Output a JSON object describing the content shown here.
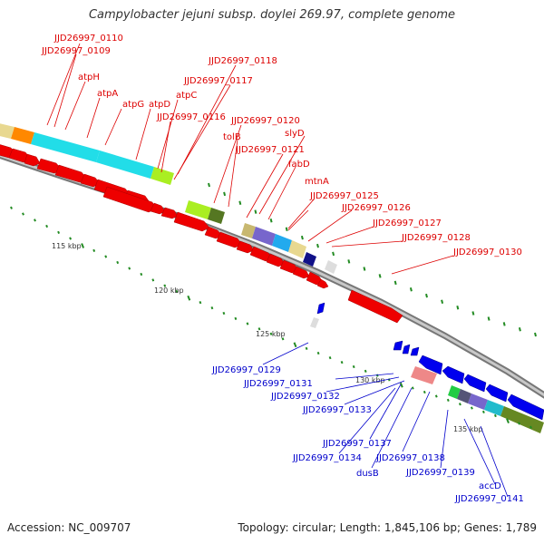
{
  "title": "Campylobacter jejuni subsp. doylei 269.97, complete genome",
  "footer": {
    "accession": "Accession: NC_009707",
    "summary": "Topology: circular; Length: 1,845,106 bp; Genes: 1,789"
  },
  "colors": {
    "forward_label": "#dd0000",
    "reverse_label": "#0000cc",
    "forward_gene": "#ee0000",
    "reverse_gene": "#0000ee",
    "backbone": "#999999",
    "tick": "#228b22"
  },
  "scale_labels": [
    "115 kbp",
    "120 kbp",
    "125 kbp",
    "130 kbp",
    "135 kbp"
  ],
  "forward_labels": [
    "JJD26997_0110",
    "JJD26997_0109",
    "atpH",
    "atpA",
    "atpG",
    "atpD",
    "atpC",
    "JJD26997_0116",
    "JJD26997_0118",
    "JJD26997_0117",
    "JJD26997_0120",
    "tolB",
    "slyD",
    "JJD26997_0121",
    "fabD",
    "mtnA",
    "JJD26997_0125",
    "JJD26997_0126",
    "JJD26997_0127",
    "JJD26997_0128",
    "JJD26997_0130"
  ],
  "reverse_labels": [
    "JJD26997_0129",
    "JJD26997_0131",
    "JJD26997_0132",
    "JJD26997_0133",
    "JJD26997_0137",
    "JJD26997_0134",
    "JJD26997_0138",
    "dusB",
    "JJD26997_0139",
    "accD",
    "JJD26997_0141"
  ]
}
